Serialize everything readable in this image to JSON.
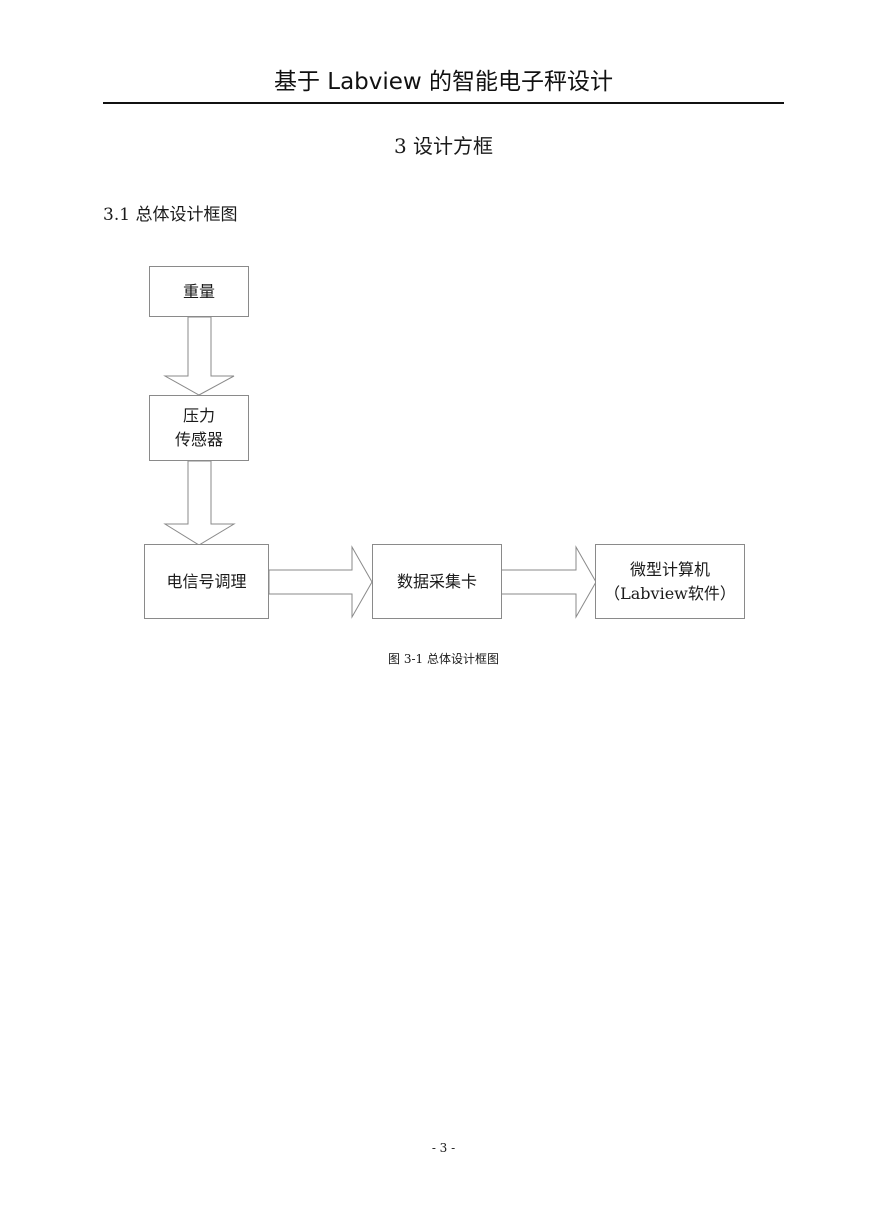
{
  "header": {
    "running_title": "基于 Labview 的智能电子秤设计"
  },
  "chapter": {
    "title": "3  设计方框"
  },
  "section": {
    "title": "3.1 总体设计框图"
  },
  "diagram": {
    "blocks": {
      "weight": "重量",
      "pressure_sensor_line1": "压力",
      "pressure_sensor_line2": "传感器",
      "signal_conditioning": "电信号调理",
      "data_acquisition_card": "数据采集卡",
      "microcomputer_line1": "微型计算机",
      "microcomputer_line2": "（Labview软件）"
    },
    "colors": {
      "box_border": "#8a8a8a",
      "arrow_stroke": "#8a8a8a",
      "fill": "#ffffff"
    }
  },
  "figure": {
    "caption": "图 3-1  总体设计框图"
  },
  "footer": {
    "page_number": "- 3 -"
  }
}
